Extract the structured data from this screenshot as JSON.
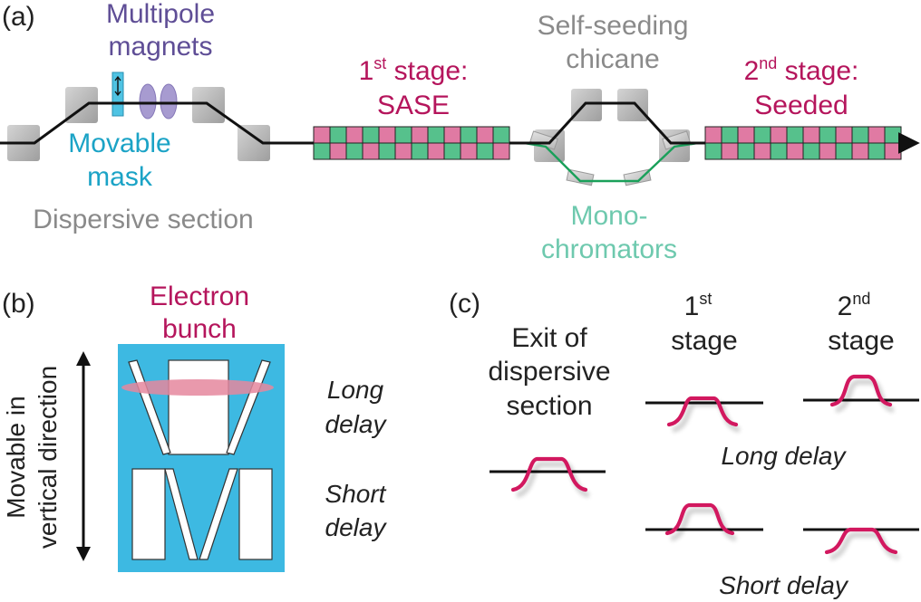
{
  "colors": {
    "multipole": "#5f4e96",
    "mask": "#1ba3c6",
    "stage": "#b5155c",
    "gray_text": "#8a8a8a",
    "mono": "#6ec9ae",
    "und_pink": "#e07aa3",
    "und_green": "#56c18c",
    "bunch": "#d2185f",
    "panel_b_bg": "#3db9e2"
  },
  "panel_a": {
    "letter": "(a)",
    "multipole_line1": "Multipole",
    "multipole_line2": "magnets",
    "movable_mask_line1": "Movable",
    "movable_mask_line2": "mask",
    "dispersive_section": "Dispersive section",
    "stage1_prefix": "1",
    "stage1_sup": "st",
    "stage1_suffix": " stage:",
    "stage1_name": "SASE",
    "chicane_line1": "Self-seeding",
    "chicane_line2": "chicane",
    "stage2_prefix": "2",
    "stage2_sup": "nd",
    "stage2_suffix": " stage:",
    "stage2_name": "Seeded",
    "mono_line1": "Mono-",
    "mono_line2": "chromators"
  },
  "panel_b": {
    "letter": "(b)",
    "bunch_line1": "Electron",
    "bunch_line2": "bunch",
    "long_line1": "Long",
    "long_line2": "delay",
    "short_line1": "Short",
    "short_line2": "delay",
    "vertical_line1": "Movable in",
    "vertical_line2": "vertical direction"
  },
  "panel_c": {
    "letter": "(c)",
    "exit_line1": "Exit of",
    "exit_line2": "dispersive",
    "exit_line3": "section",
    "stage1_num": "1",
    "stage1_sup": "st",
    "stage1_word": "stage",
    "stage2_num": "2",
    "stage2_sup": "nd",
    "stage2_word": "stage",
    "long_delay": "Long delay",
    "short_delay": "Short delay"
  }
}
